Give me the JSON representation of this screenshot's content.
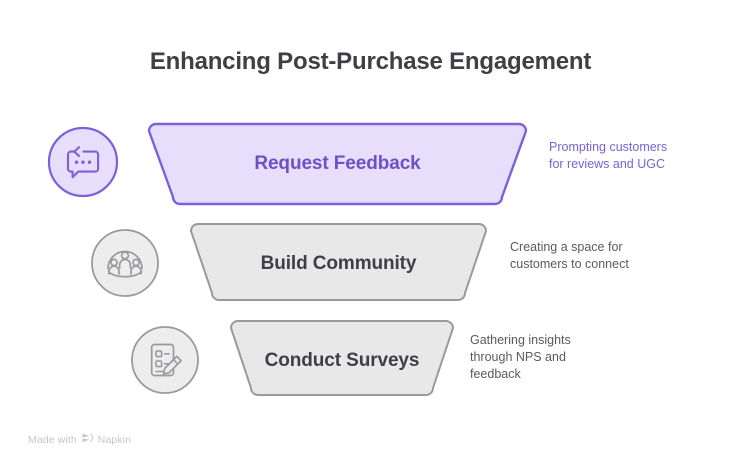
{
  "title": "Enhancing Post-Purchase Engagement",
  "colors": {
    "background": "#ffffff",
    "title_text": "#3f3f46",
    "accent_border": "#7B61D8",
    "accent_fill": "#E6DEFB",
    "accent_text": "#6B51C8",
    "accent_desc_text": "#7A62D4",
    "muted_border": "#9a9a9e",
    "muted_fill": "#E8E8E8",
    "muted_text": "#3f3f46",
    "muted_desc_text": "#5a5a60",
    "watermark_text": "#c7c7cc"
  },
  "steps": [
    {
      "label": "Request Feedback",
      "description": "Prompting customers\nfor reviews and UGC",
      "icon": "speech-bubble-reply-icon",
      "highlighted": true
    },
    {
      "label": "Build Community",
      "description": "Creating a space for\ncustomers to connect",
      "icon": "people-group-icon",
      "highlighted": false
    },
    {
      "label": "Conduct Surveys",
      "description": "Gathering insights\nthrough NPS and\nfeedback",
      "icon": "checklist-pencil-icon",
      "highlighted": false
    }
  ],
  "watermark": {
    "text_before": "Made with",
    "brand": "Napkin"
  }
}
